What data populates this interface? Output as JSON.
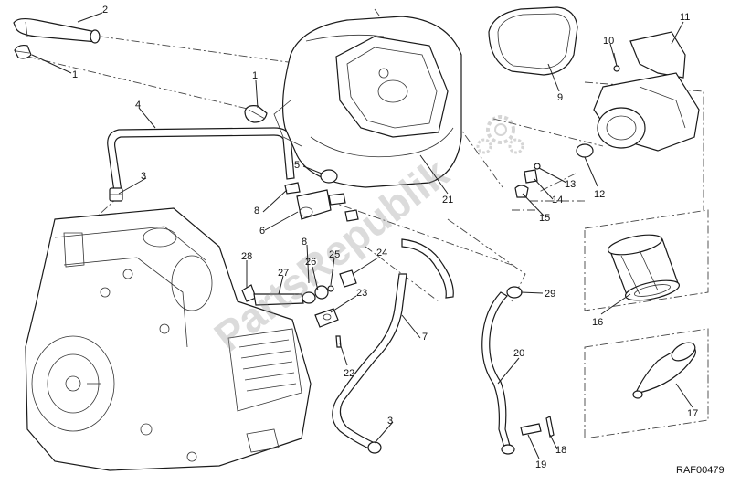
{
  "watermark": {
    "text": "PartsRepublik",
    "icon": "gear-cluster-icon"
  },
  "drawing_code": "RAF00479",
  "callouts": [
    "1",
    "2",
    "1",
    "4",
    "3",
    "5",
    "8",
    "6",
    "21",
    "9",
    "10",
    "11",
    "13",
    "14",
    "15",
    "12",
    "28",
    "27",
    "26",
    "25",
    "24",
    "8",
    "23",
    "22",
    "7",
    "3",
    "29",
    "20",
    "18",
    "19",
    "16",
    "17"
  ],
  "colors": {
    "ink": "#1a1a1a",
    "watermark": "#9a9a9a",
    "background": "#ffffff"
  }
}
